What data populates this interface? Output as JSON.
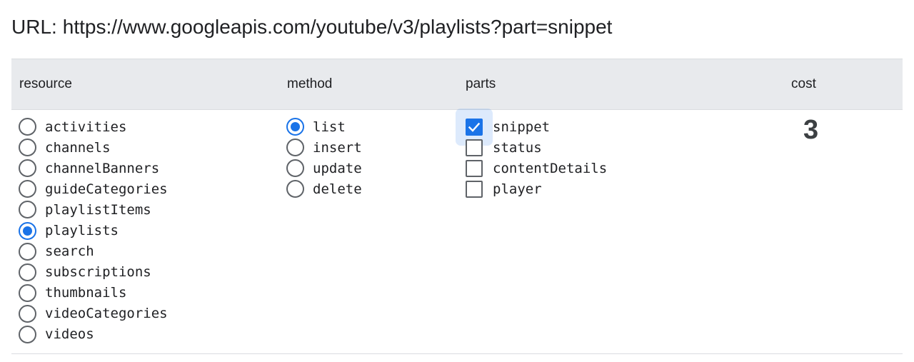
{
  "url": {
    "label": "URL:",
    "value": "https://www.googleapis.com/youtube/v3/playlists?part=snippet"
  },
  "table": {
    "headers": {
      "resource": "resource",
      "method": "method",
      "parts": "parts",
      "cost": "cost"
    },
    "resources": [
      {
        "label": "activities",
        "selected": false
      },
      {
        "label": "channels",
        "selected": false
      },
      {
        "label": "channelBanners",
        "selected": false
      },
      {
        "label": "guideCategories",
        "selected": false
      },
      {
        "label": "playlistItems",
        "selected": false
      },
      {
        "label": "playlists",
        "selected": true
      },
      {
        "label": "search",
        "selected": false
      },
      {
        "label": "subscriptions",
        "selected": false
      },
      {
        "label": "thumbnails",
        "selected": false
      },
      {
        "label": "videoCategories",
        "selected": false
      },
      {
        "label": "videos",
        "selected": false
      }
    ],
    "methods": [
      {
        "label": "list",
        "selected": true
      },
      {
        "label": "insert",
        "selected": false
      },
      {
        "label": "update",
        "selected": false
      },
      {
        "label": "delete",
        "selected": false
      }
    ],
    "parts": [
      {
        "label": "snippet",
        "checked": true
      },
      {
        "label": "status",
        "checked": false
      },
      {
        "label": "contentDetails",
        "checked": false
      },
      {
        "label": "player",
        "checked": false
      }
    ],
    "cost": "3"
  },
  "colors": {
    "accent": "#1a73e8",
    "header_bg": "#e8eaed",
    "control_border": "#5f6368",
    "text": "#202124"
  },
  "icons": {
    "radio": "radio-button-icon",
    "checkbox": "checkbox-icon",
    "check": "check-mark-icon"
  }
}
